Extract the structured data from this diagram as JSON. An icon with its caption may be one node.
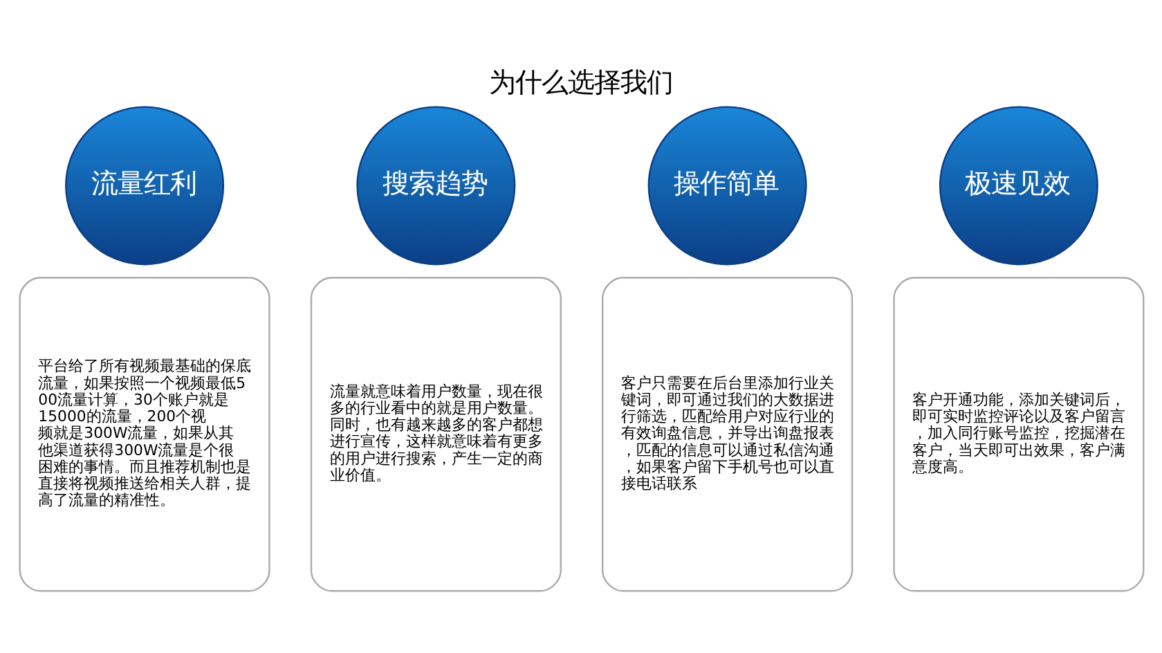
{
  "diagram": {
    "title": "为什么选择我们",
    "nodes": [
      {
        "text": [
          "流量红利"
        ]
      },
      {
        "text": [
          "搜索趋势"
        ]
      },
      {
        "text": [
          "操作简单"
        ]
      },
      {
        "text": [
          "极速见效"
        ]
      },
      {
        "text": [
          "平台给了所有视频最基础的保底流量，如果按照一个视频最低500流量计算，30个账户就是15000的流量，200个视频就是300W流量，如果从其他渠道获得300W流量是个很困难的事情。而且推荐机制也是直接将视频推送给相关人群，提高了流量的精准性。"
        ]
      },
      {
        "text": [
          "流量就意味着用户数量，现在很多的行业看中的就是用户数量。同时，也有越来越多的客户都想进行宣传，这样就意味着有更多的用户进行搜索，产生一定的商业价值。"
        ]
      },
      {
        "text": [
          "客户只需要在后台里添加行业关键词，即可通过我们的大数据进行筛选，匹配给用户对应行业的有效询盘信息，并导出询盘报表，匹配的信息可以通过私信沟通，如果客户留下手机号也可以直接电话联系"
        ]
      },
      {
        "text": [
          "客户开通功能，添加关键词后，即可实时监控评论以及客户留言，加入同行账号监控，挖掘潜在客户，当天即可出效果，客户满意度高。"
        ]
      }
    ],
    "edges": []
  }
}
